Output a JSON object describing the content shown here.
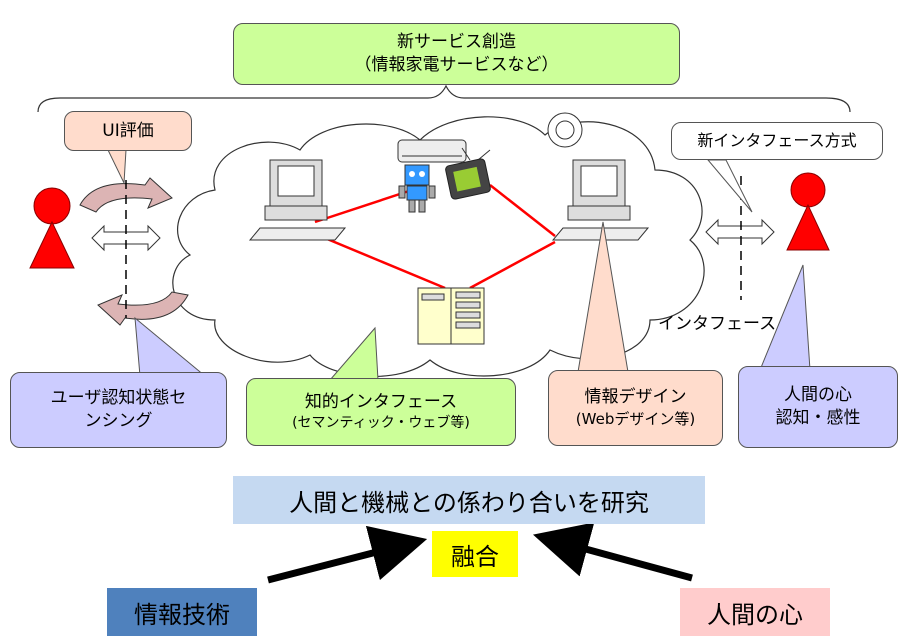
{
  "top_box": {
    "line1": "新サービス創造",
    "line2": "（情報家電サービスなど）"
  },
  "ui_eval": {
    "label": "UI評価"
  },
  "new_interface": {
    "label": "新インタフェース方式"
  },
  "interface_label": "インタフェース",
  "sensing_box": {
    "line1": "ユーザ認知状態セ",
    "line2": "ンシング"
  },
  "intelligent_box": {
    "line1": "知的インタフェース",
    "line2": "(セマンティック・ウェブ等)"
  },
  "info_design_box": {
    "line1": "情報デザイン",
    "line2": "(Webデザイン等)"
  },
  "human_mind_box": {
    "line1": "人間の心",
    "line2": "認知・感性"
  },
  "research_banner": "人間と機械との係わり合いを研究",
  "fusion": "融合",
  "info_tech": "情報技術",
  "human_heart": "人間の心",
  "colors": {
    "green_box": "#ccff99",
    "pink_box": "#ffdccc",
    "lavender_box": "#ccccff",
    "person": "#ff0000",
    "network_line": "#ff0000",
    "banner_blue": "#c5d9f1",
    "fusion_yellow": "#ffff00",
    "info_tech_bg": "#4f81bd",
    "human_heart_bg": "#ffcccc"
  }
}
